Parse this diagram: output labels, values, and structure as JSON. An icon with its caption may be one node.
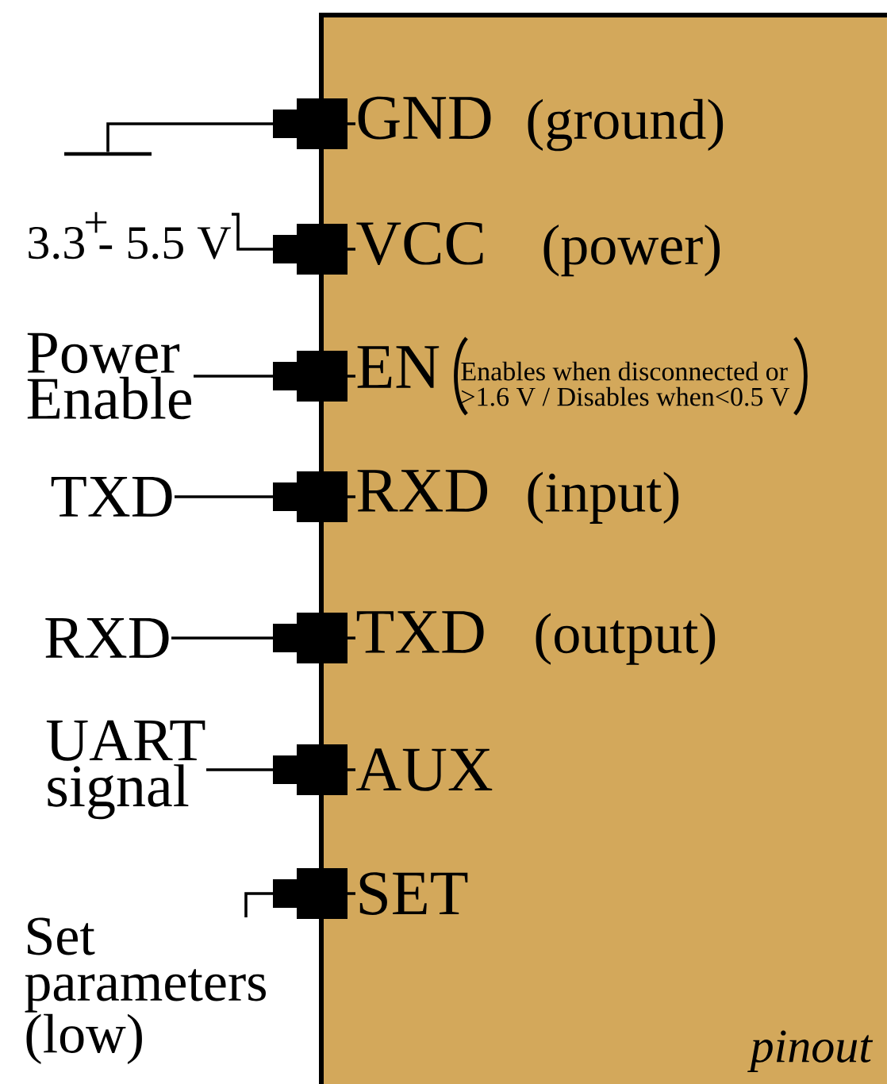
{
  "diagram": {
    "nodes": [
      {
        "text": [
          "pinout"
        ]
      },
      {
        "text": [
          "GND",
          "(ground)"
        ],
        "in": 0
      },
      {
        "text": [
          "VCC",
          "(power)"
        ],
        "in": 0
      },
      {
        "text": [
          "EN",
          "Enables when disconnected or >1.6 V / Disables when<0.5 V"
        ],
        "in": 0
      },
      {
        "text": [
          "RXD",
          "(input)"
        ],
        "in": 0
      },
      {
        "text": [
          "TXD",
          "(output)"
        ],
        "in": 0
      },
      {
        "text": [
          "AUX"
        ],
        "in": 0
      },
      {
        "text": [
          "SET"
        ],
        "in": 0
      },
      {
        "text": [],
        "shape": "bar"
      },
      {
        "text": [
          "+",
          "3.3 - 5.5 V"
        ]
      },
      {
        "text": [
          "Power Enable"
        ]
      },
      {
        "text": [
          "TXD"
        ]
      },
      {
        "text": [
          "RXD"
        ]
      },
      {
        "text": [
          "UART signal"
        ]
      },
      {
        "text": [
          "Set parameters (low)"
        ]
      }
    ],
    "edges": [
      {
        "from": 8,
        "to": 1,
        "arrow": "none"
      },
      {
        "from": 9,
        "to": 2,
        "arrow": "none"
      },
      {
        "from": 10,
        "to": 3,
        "arrow": "none"
      },
      {
        "from": 11,
        "to": 4,
        "arrow": "none"
      },
      {
        "from": 12,
        "to": 5,
        "arrow": "none"
      },
      {
        "from": 13,
        "to": 6,
        "arrow": "none"
      },
      {
        "from": 14,
        "to": 7,
        "arrow": "none"
      }
    ]
  }
}
